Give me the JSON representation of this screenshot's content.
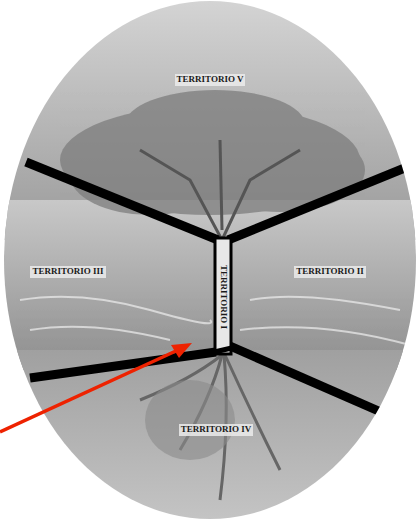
{
  "diagram": {
    "labels": [
      "TERRITORIO V",
      "TERRITORIO III",
      "TERRITORIO II",
      "TERRITORIO I",
      "TERRITORIO IV"
    ]
  }
}
